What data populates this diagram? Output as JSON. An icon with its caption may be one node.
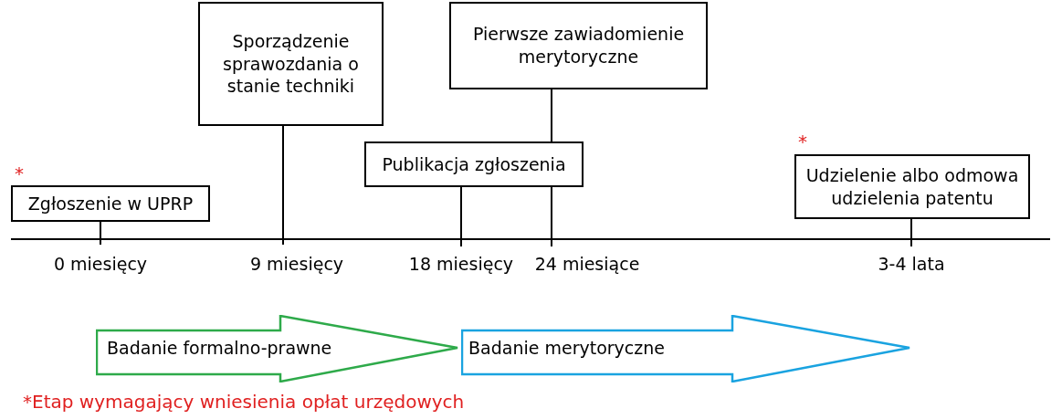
{
  "diagram": {
    "nodes": [
      {
        "text": [
          "Zgłoszenie w UPRP"
        ],
        "beside": [
          "*"
        ]
      },
      {
        "text": [
          "Sporządzenie sprawozdania o stanie techniki"
        ]
      },
      {
        "text": [
          "Pierwsze zawiadomienie merytoryczne"
        ]
      },
      {
        "text": [
          "Publikacja zgłoszenia"
        ]
      },
      {
        "text": [
          "Udzielenie albo odmowa udzielenia patentu"
        ],
        "beside": [
          "*"
        ]
      },
      {
        "text": [
          "Badanie formalno-prawne"
        ]
      },
      {
        "text": [
          "Badanie merytoryczne"
        ]
      }
    ],
    "edges": [
      {
        "from": 0,
        "to": null,
        "arrow": "none"
      },
      {
        "from": 1,
        "to": null,
        "arrow": "none"
      },
      {
        "from": 3,
        "to": null,
        "arrow": "none"
      },
      {
        "from": 2,
        "to": null,
        "arrow": "none"
      },
      {
        "from": 4,
        "to": null,
        "arrow": "none"
      }
    ],
    "labels": [
      "0 miesięcy",
      "9 miesięcy",
      "18 miesięcy",
      "24 miesiące",
      "3-4 lata",
      "*Etap wymagający wniesienia opłat urzędowych"
    ]
  }
}
